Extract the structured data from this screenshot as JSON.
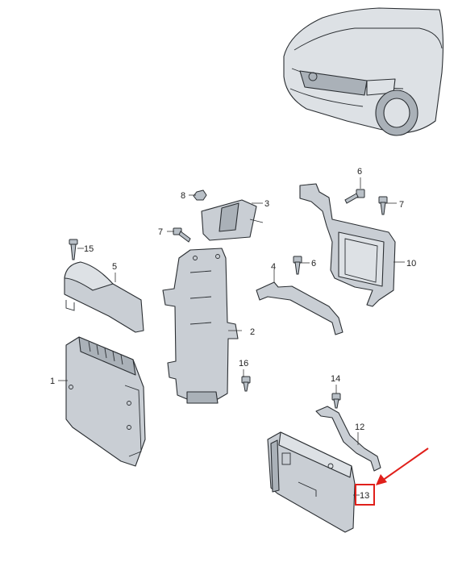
{
  "callouts": {
    "p1": "1",
    "p2": "2",
    "p3": "3",
    "p4": "4",
    "p5": "5",
    "p6": "6",
    "p6b": "6",
    "p7": "7",
    "p7b": "7",
    "p8": "8",
    "p10": "10",
    "p12": "12",
    "p13": "13",
    "p14": "14",
    "p15": "15",
    "p16": "16"
  },
  "colors": {
    "highlight": "#e0201b",
    "part_fill": "#c9ced4",
    "outline": "#2b2f33"
  },
  "highlighted_part": "13"
}
